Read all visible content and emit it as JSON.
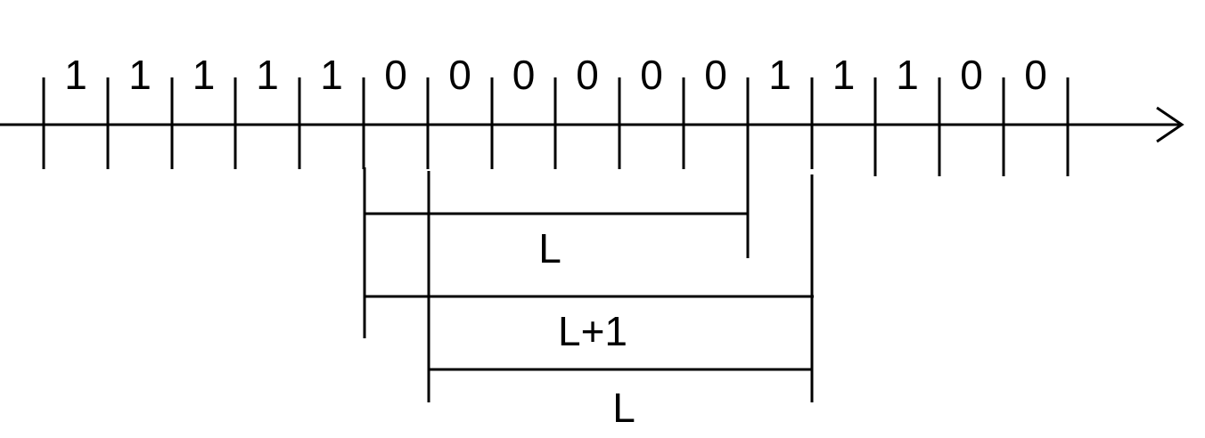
{
  "bits": [
    "1",
    "1",
    "1",
    "1",
    "1",
    "0",
    "0",
    "0",
    "0",
    "0",
    "0",
    "1",
    "1",
    "1",
    "0",
    "0"
  ],
  "spans": {
    "first": {
      "label": "L"
    },
    "second": {
      "label": "L+1"
    },
    "third": {
      "label": "L"
    }
  },
  "colors": {
    "stroke": "#000000",
    "background": "#ffffff"
  }
}
